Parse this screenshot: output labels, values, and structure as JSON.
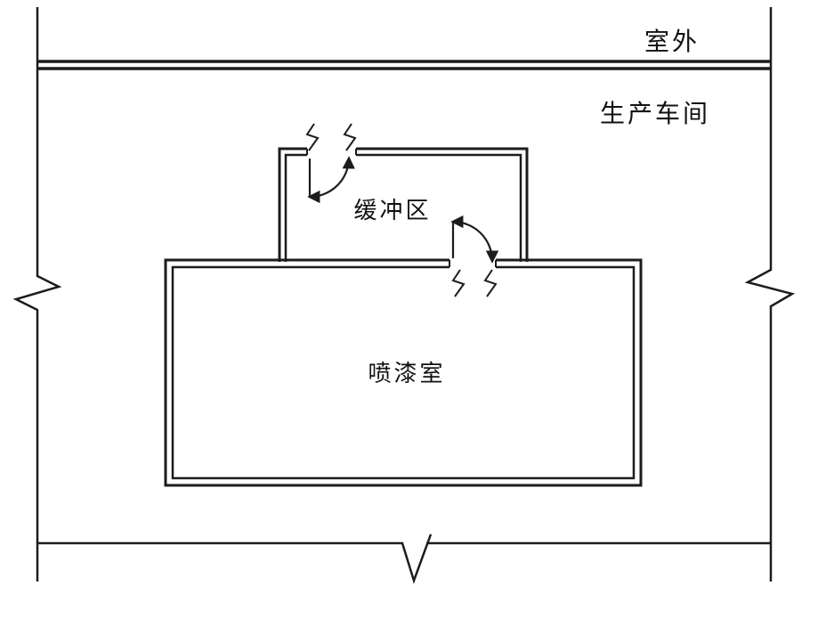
{
  "diagram": {
    "type": "floor-plan",
    "labels": {
      "outdoor": "室外",
      "workshop": "生产车间",
      "buffer_zone": "缓冲区",
      "paint_room": "喷漆室"
    },
    "colors": {
      "line": "#1c1c1c",
      "background": "#ffffff",
      "text": "#111111"
    }
  }
}
